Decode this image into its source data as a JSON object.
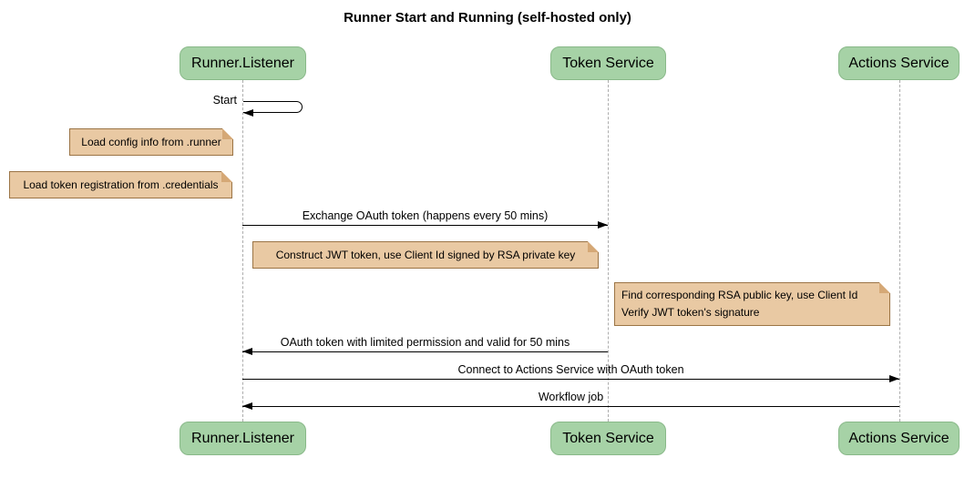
{
  "title": "Runner Start and Running (self-hosted only)",
  "participants": [
    {
      "name": "Runner.Listener"
    },
    {
      "name": "Token Service"
    },
    {
      "name": "Actions Service"
    }
  ],
  "self_message": {
    "actor": "Runner.Listener",
    "label": "Start"
  },
  "messages": [
    {
      "from": "Runner.Listener",
      "to": "Token Service",
      "label": "Exchange OAuth token (happens every 50 mins)"
    },
    {
      "from": "Token Service",
      "to": "Runner.Listener",
      "label": "OAuth token with limited permission and valid for 50 mins"
    },
    {
      "from": "Runner.Listener",
      "to": "Actions Service",
      "label": "Connect to Actions Service with OAuth token"
    },
    {
      "from": "Actions Service",
      "to": "Runner.Listener",
      "label": "Workflow job"
    }
  ],
  "notes": [
    {
      "attached_to": "Runner.Listener",
      "text": "Load config info from .runner"
    },
    {
      "attached_to": "Runner.Listener",
      "text": "Load token registration from .credentials"
    },
    {
      "attached_to": "Runner.Listener",
      "text": "Construct JWT token, use Client Id signed by RSA private key"
    },
    {
      "attached_to": "Token Service",
      "lines": [
        "Find corresponding RSA public key, use Client Id",
        "Verify JWT token's signature"
      ]
    }
  ],
  "colors": {
    "participant_fill": "#a6d2a6",
    "participant_border": "#89b989",
    "note_fill": "#e9c9a3",
    "note_border": "#9b7445",
    "note_fold": "#d5a876",
    "lifeline": "#adadad",
    "arrow": "#000000",
    "background": "#ffffff"
  }
}
